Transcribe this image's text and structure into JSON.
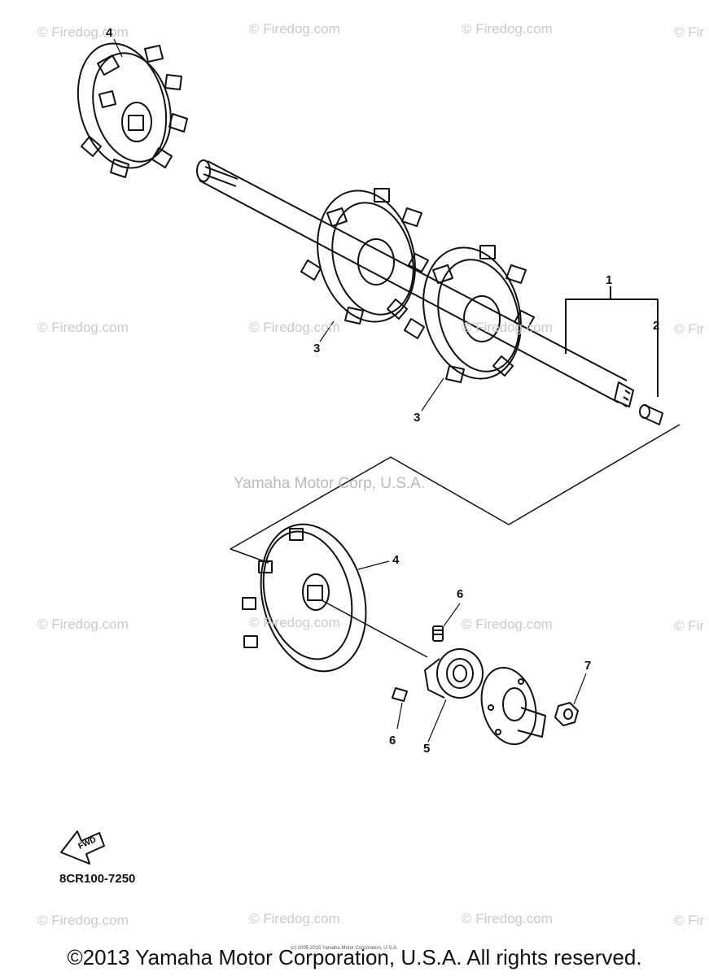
{
  "watermarks": [
    "© Firedog.com",
    "© Firedog.com",
    "© Firedog.com",
    "© Fir",
    "© Firedog.com",
    "© Firedog.com",
    "© Firedog.com",
    "© Fir",
    "© Firedog.com",
    "© Firedog.com",
    "© Firedog.com",
    "© Fir",
    "© Firedog.com",
    "© Firedog.com",
    "© Firedog.com",
    "© Fir"
  ],
  "center_watermark": "Yamaha Motor Corp, U.S.A.",
  "callouts": [
    "4",
    "1",
    "2",
    "3",
    "3",
    "4",
    "6",
    "6",
    "5",
    "7"
  ],
  "fwd_label": "FWD",
  "part_code": "8CR100-7250",
  "tiny_notice": "(c) 2005-2015 Yamaha Motor Corporation, U.S.A.",
  "copyright": "©2013 Yamaha Motor Corporation, U.S.A. All rights reserved."
}
